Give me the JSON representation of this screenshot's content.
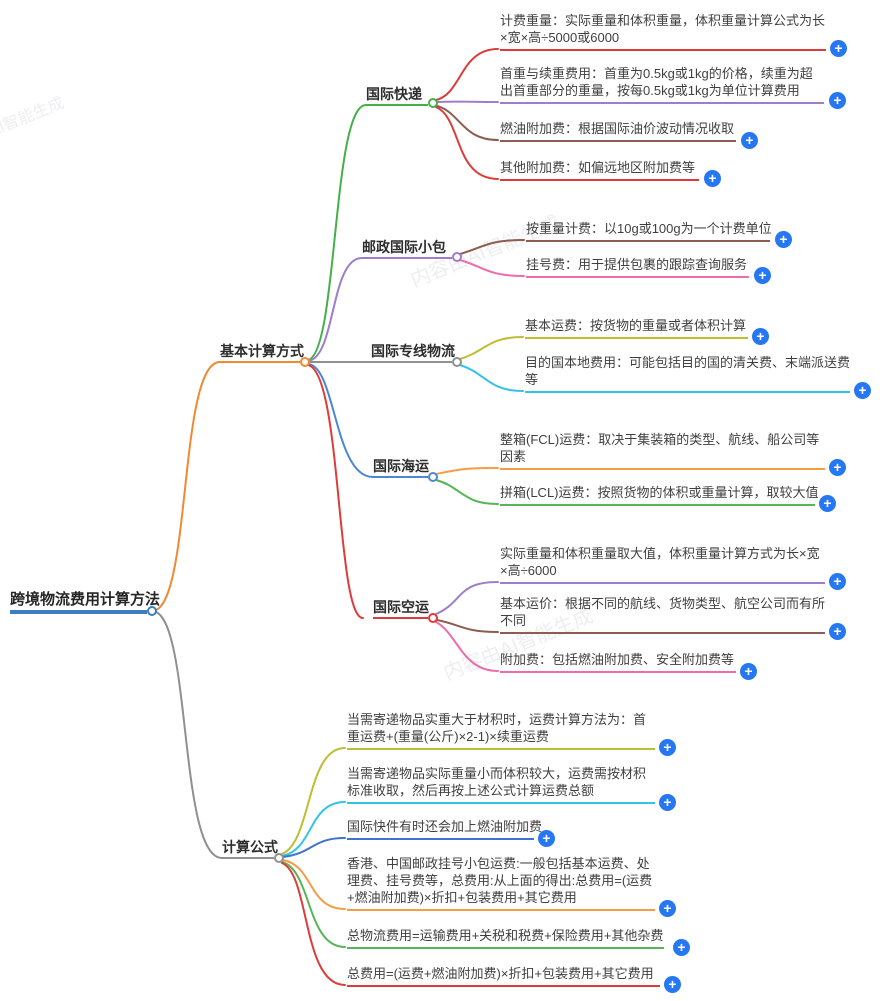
{
  "root": {
    "label": "跨境物流费用计算方法"
  },
  "branches": [
    {
      "label": "基本计算方式",
      "children": [
        {
          "label": "国际快递",
          "leaves": [
            "计费重量：实际重量和体积重量，体积重量计算公式为长×宽×高÷5000或6000",
            "首重与续重费用：首重为0.5kg或1kg的价格，续重为超出首重部分的重量，按每0.5kg或1kg为单位计算费用",
            "燃油附加费：根据国际油价波动情况收取",
            "其他附加费：如偏远地区附加费等"
          ]
        },
        {
          "label": "邮政国际小包",
          "leaves": [
            "按重量计费：以10g或100g为一个计费单位",
            "挂号费：用于提供包裹的跟踪查询服务"
          ]
        },
        {
          "label": "国际专线物流",
          "leaves": [
            "基本运费：按货物的重量或者体积计算",
            "目的国本地费用：可能包括目的国的清关费、末端派送费等"
          ]
        },
        {
          "label": "国际海运",
          "leaves": [
            "整箱(FCL)运费：取决于集装箱的类型、航线、船公司等因素",
            "拼箱(LCL)运费：按照货物的体积或重量计算，取较大值"
          ]
        },
        {
          "label": "国际空运",
          "leaves": [
            "实际重量和体积重量取大值，体积重量计算方式为长×宽×高÷6000",
            "基本运价：根据不同的航线、货物类型、航空公司而有所不同",
            "附加费：包括燃油附加费、安全附加费等"
          ]
        }
      ]
    },
    {
      "label": "计算公式",
      "leaves": [
        "当需寄递物品实重大于材积时，运费计算方法为：首重运费+(重量(公斤)×2-1)×续重运费",
        "当需寄递物品实际重量小而体积较大，运费需按材积标准收取，然后再按上述公式计算运费总额",
        "国际快件有时还会加上燃油附加费",
        "香港、中国邮政挂号小包运费:一般包括基本运费、处理费、挂号费等，总费用:从上面的得出:总费用=(运费+燃油附加费)×折扣+包装费用+其它费用",
        "总物流费用=运输费用+关税和税费+保险费用+其他杂费",
        "总费用=(运费+燃油附加费)×折扣+包装费用+其它费用"
      ]
    }
  ],
  "icons": {
    "expand": "+"
  },
  "watermark": "内容由AI智能生成",
  "palette": {
    "root_blue": "#3e7dbf",
    "orange": "#ef8a33",
    "gray": "#909090",
    "green": "#44b048",
    "purple": "#9d7fc9",
    "red": "#dd3c3a",
    "brown": "#8e5c50",
    "sea_blue": "#4b87d3",
    "pink": "#ee6cab",
    "olive": "#bdbe32",
    "cyan": "#33c3e9",
    "light_orange": "#f59c45",
    "light_green": "#55b557",
    "link_blue": "#3d74cf",
    "expand_button_blue": "#2677f2"
  }
}
